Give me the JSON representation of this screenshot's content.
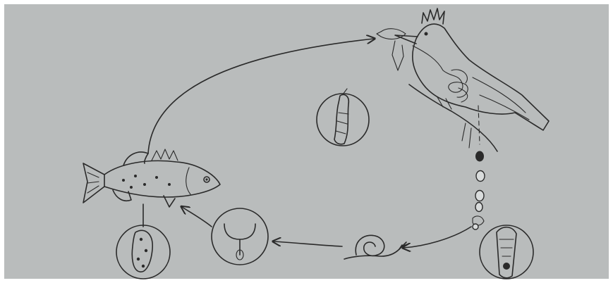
{
  "figure": {
    "background_color": "#b9bcbc",
    "ink_color": "#2a2a2a",
    "stages": [
      {
        "id": "adult-worm-in-bird",
        "icon": "bird-icon"
      },
      {
        "id": "eggs-in-feces",
        "icon": "egg-icon"
      },
      {
        "id": "miracidium",
        "icon": "miracidium-icon"
      },
      {
        "id": "snail-host",
        "icon": "snail-icon"
      },
      {
        "id": "cercaria",
        "icon": "cercaria-icon"
      },
      {
        "id": "fish-host",
        "icon": "fish-icon"
      },
      {
        "id": "metacercaria",
        "icon": "metacercaria-icon"
      },
      {
        "id": "adult-fluke",
        "icon": "fluke-icon"
      }
    ]
  }
}
